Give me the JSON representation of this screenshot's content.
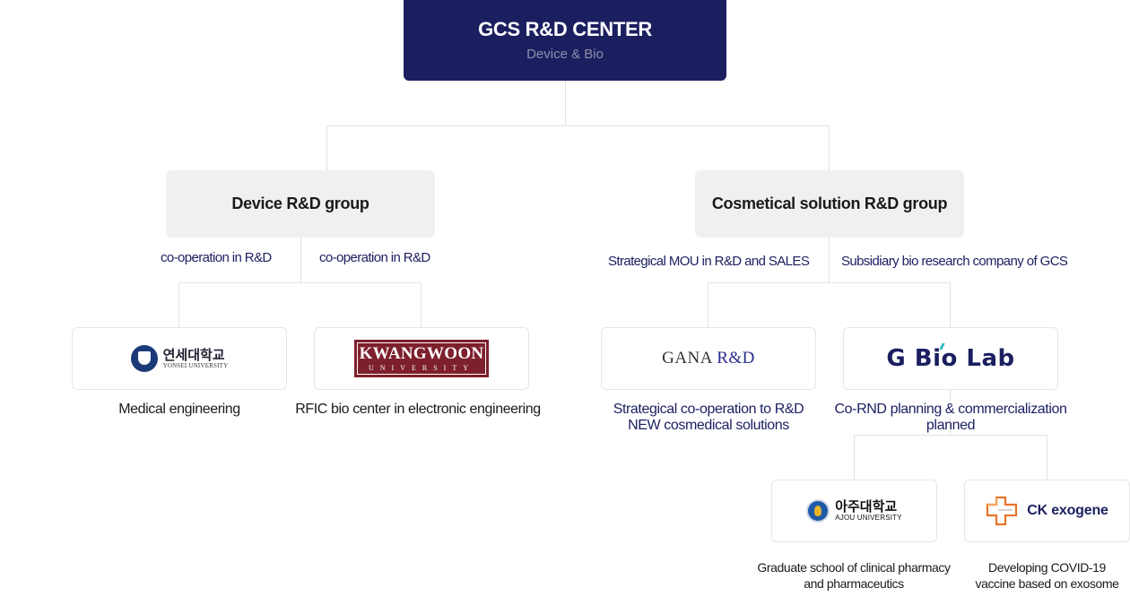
{
  "root": {
    "title": "GCS R&D CENTER",
    "subtitle": "Device & Bio"
  },
  "groups": [
    {
      "label": "Device R&D group",
      "relations": [
        "co-operation in R&D",
        "co-operation in R&D"
      ],
      "partners": [
        {
          "logo": "yonsei-university-logo",
          "logo_kr": "연세대학교",
          "logo_en": "YONSEI UNIVERSITY",
          "description": "Medical engineering"
        },
        {
          "logo": "kwangwoon-university-logo",
          "logo_main": "KWANGWOON",
          "logo_sub": "UNIVERSITY",
          "description": "RFIC bio center in electronic engineering"
        }
      ]
    },
    {
      "label": "Cosmetical solution R&D group",
      "relations": [
        "Strategical MOU  in R&D and SALES",
        "Subsidiary bio research company of GCS"
      ],
      "partners": [
        {
          "logo": "gana-rd-logo",
          "logo_main": "GANA",
          "logo_accent": "R&D",
          "description": [
            "Strategical  co-operation to R&D",
            "NEW cosmedical solutions"
          ]
        },
        {
          "logo": "g-bio-lab-logo",
          "logo_text": "G Bio Lab",
          "description": [
            "Co-RND planning & commercialization",
            "planned"
          ]
        }
      ],
      "sub_partners": [
        {
          "logo": "ajou-university-logo",
          "logo_kr": "아주대학교",
          "logo_en": "AJOU UNIVERSITY",
          "description": [
            "Graduate school of clinical pharmacy",
            "and pharmaceutics"
          ]
        },
        {
          "logo": "ck-exogene-logo",
          "logo_text": "CK exogene",
          "description": [
            "Developing COVID-19",
            "vaccine based on exosome"
          ]
        }
      ]
    }
  ],
  "colors": {
    "navy": "#1b1f60",
    "group_bg": "#f0f0f0",
    "line": "#e2e2e2",
    "kwangwoon": "#7d1f2c",
    "ck_orange": "#e8742a"
  }
}
